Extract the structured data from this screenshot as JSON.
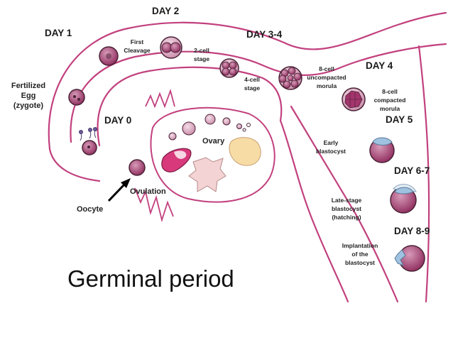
{
  "title": "Germinal period",
  "days": {
    "day0": "DAY 0",
    "day1": "DAY 1",
    "day2": "DAY 2",
    "day3_4": "DAY 3-4",
    "day4": "DAY 4",
    "day5": "DAY 5",
    "day6_7": "DAY 6-7",
    "day8_9": "DAY 8-9"
  },
  "labels": {
    "fertilized_egg": [
      "Fertilized",
      "Egg",
      "(zygote)"
    ],
    "first_cleavage": [
      "First",
      "Cleavage"
    ],
    "two_cell": [
      "2-cell",
      "stage"
    ],
    "four_cell": [
      "4-cell",
      "stage"
    ],
    "eight_cell_uncompacted": [
      "8-cell",
      "uncompacted",
      "morula"
    ],
    "eight_cell_compacted": [
      "8-cell",
      "compacted",
      "morula"
    ],
    "early_blastocyst": [
      "Early",
      "blastocyst"
    ],
    "late_blastocyst": [
      "Late-stage",
      "blastocyst",
      "(hatching)"
    ],
    "implantation": [
      "Implantation",
      "of the",
      "blastocyst"
    ],
    "ovary": "Ovary",
    "ovulation": "Ovulation",
    "oocyte": "Oocyte"
  },
  "colors": {
    "tube_outline": "#c2407e",
    "cell_fill": "#a3346c",
    "cell_light": "#c98aa8",
    "cell_outline": "#4a2236",
    "blastocyst_cap": "#9fc2e0",
    "ovary_fill": "#ffffff",
    "follicle_yellow": "#f7dca6",
    "corpus_pink": "#f3d3d3"
  }
}
